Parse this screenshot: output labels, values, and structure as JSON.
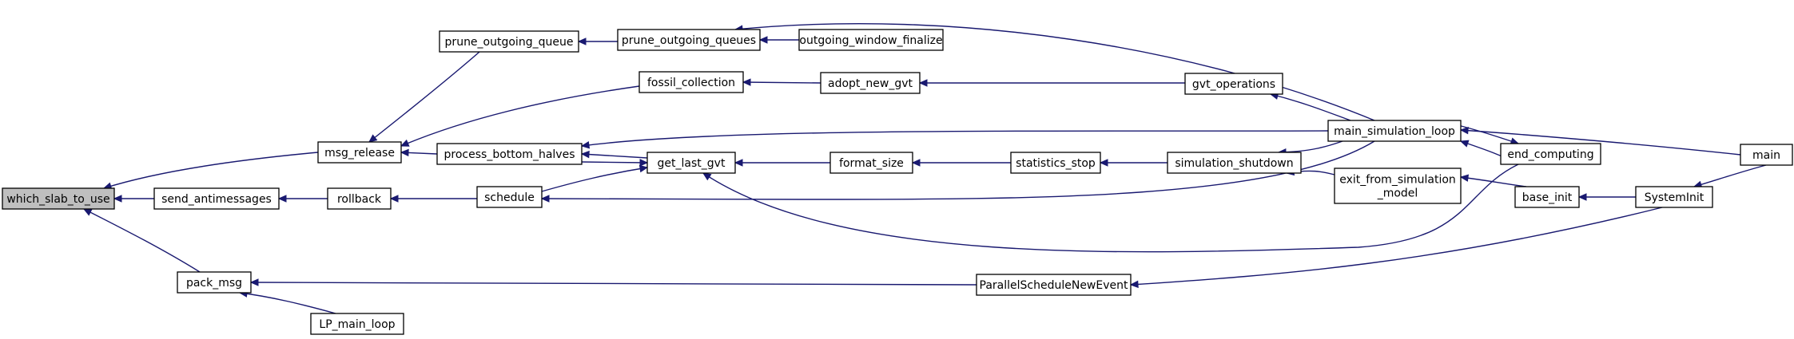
{
  "diagram": {
    "type": "caller-graph",
    "colors": {
      "edge": "#191970",
      "root_fill": "#bfbfbf",
      "node_fill": "#ffffff",
      "node_border": "#000000"
    },
    "nodes": [
      {
        "id": "which_slab_to_use",
        "lines": [
          "which_slab_to_use"
        ],
        "root": true
      },
      {
        "id": "msg_release",
        "lines": [
          "msg_release"
        ]
      },
      {
        "id": "send_antimessages",
        "lines": [
          "send_antimessages"
        ]
      },
      {
        "id": "pack_msg",
        "lines": [
          "pack_msg"
        ]
      },
      {
        "id": "prune_outgoing_queue",
        "lines": [
          "prune_outgoing_queue"
        ]
      },
      {
        "id": "process_bottom_halves",
        "lines": [
          "process_bottom_halves"
        ]
      },
      {
        "id": "fossil_collection",
        "lines": [
          "fossil_collection"
        ]
      },
      {
        "id": "rollback",
        "lines": [
          "rollback"
        ]
      },
      {
        "id": "LP_main_loop",
        "lines": [
          "LP_main_loop"
        ]
      },
      {
        "id": "prune_outgoing_queues",
        "lines": [
          "prune_outgoing_queues"
        ]
      },
      {
        "id": "get_last_gvt",
        "lines": [
          "get_last_gvt"
        ]
      },
      {
        "id": "schedule",
        "lines": [
          "schedule"
        ]
      },
      {
        "id": "outgoing_window_finalize",
        "lines": [
          "outgoing_window_finalize"
        ]
      },
      {
        "id": "adopt_new_gvt",
        "lines": [
          "adopt_new_gvt"
        ]
      },
      {
        "id": "format_size",
        "lines": [
          "format_size"
        ]
      },
      {
        "id": "ParallelScheduleNewEvent",
        "lines": [
          "ParallelScheduleNewEvent"
        ]
      },
      {
        "id": "statistics_stop",
        "lines": [
          "statistics_stop"
        ]
      },
      {
        "id": "gvt_operations",
        "lines": [
          "gvt_operations"
        ]
      },
      {
        "id": "simulation_shutdown",
        "lines": [
          "simulation_shutdown"
        ]
      },
      {
        "id": "main_simulation_loop",
        "lines": [
          "main_simulation_loop"
        ]
      },
      {
        "id": "exit_from_simulation_model",
        "lines": [
          "exit_from_simulation",
          "_model"
        ]
      },
      {
        "id": "end_computing",
        "lines": [
          "end_computing"
        ]
      },
      {
        "id": "base_init",
        "lines": [
          "base_init"
        ]
      },
      {
        "id": "SystemInit",
        "lines": [
          "SystemInit"
        ]
      },
      {
        "id": "main",
        "lines": [
          "main"
        ]
      }
    ],
    "edges": [
      {
        "caller": "msg_release",
        "callee": "which_slab_to_use"
      },
      {
        "caller": "send_antimessages",
        "callee": "which_slab_to_use"
      },
      {
        "caller": "pack_msg",
        "callee": "which_slab_to_use"
      },
      {
        "caller": "prune_outgoing_queue",
        "callee": "msg_release"
      },
      {
        "caller": "fossil_collection",
        "callee": "msg_release"
      },
      {
        "caller": "process_bottom_halves",
        "callee": "msg_release"
      },
      {
        "caller": "prune_outgoing_queues",
        "callee": "prune_outgoing_queue"
      },
      {
        "caller": "outgoing_window_finalize",
        "callee": "prune_outgoing_queues"
      },
      {
        "caller": "main_simulation_loop",
        "callee": "prune_outgoing_queues"
      },
      {
        "caller": "adopt_new_gvt",
        "callee": "fossil_collection"
      },
      {
        "caller": "gvt_operations",
        "callee": "adopt_new_gvt"
      },
      {
        "caller": "main_simulation_loop",
        "callee": "gvt_operations"
      },
      {
        "caller": "main_simulation_loop",
        "callee": "process_bottom_halves"
      },
      {
        "caller": "get_last_gvt",
        "callee": "process_bottom_halves"
      },
      {
        "caller": "process_bottom_halves",
        "callee": "get_last_gvt"
      },
      {
        "caller": "schedule",
        "callee": "get_last_gvt"
      },
      {
        "caller": "format_size",
        "callee": "get_last_gvt"
      },
      {
        "caller": "end_computing",
        "callee": "get_last_gvt"
      },
      {
        "caller": "statistics_stop",
        "callee": "format_size"
      },
      {
        "caller": "simulation_shutdown",
        "callee": "statistics_stop"
      },
      {
        "caller": "main_simulation_loop",
        "callee": "simulation_shutdown"
      },
      {
        "caller": "exit_from_simulation_model",
        "callee": "simulation_shutdown"
      },
      {
        "caller": "main_simulation_loop",
        "callee": "schedule"
      },
      {
        "caller": "rollback",
        "callee": "send_antimessages"
      },
      {
        "caller": "schedule",
        "callee": "rollback"
      },
      {
        "caller": "LP_main_loop",
        "callee": "pack_msg"
      },
      {
        "caller": "ParallelScheduleNewEvent",
        "callee": "pack_msg"
      },
      {
        "caller": "SystemInit",
        "callee": "ParallelScheduleNewEvent"
      },
      {
        "caller": "base_init",
        "callee": "exit_from_simulation_model"
      },
      {
        "caller": "SystemInit",
        "callee": "base_init"
      },
      {
        "caller": "main",
        "callee": "SystemInit"
      },
      {
        "caller": "end_computing",
        "callee": "main_simulation_loop"
      },
      {
        "caller": "main",
        "callee": "main_simulation_loop"
      },
      {
        "caller": "main_simulation_loop",
        "callee": "end_computing"
      }
    ]
  }
}
